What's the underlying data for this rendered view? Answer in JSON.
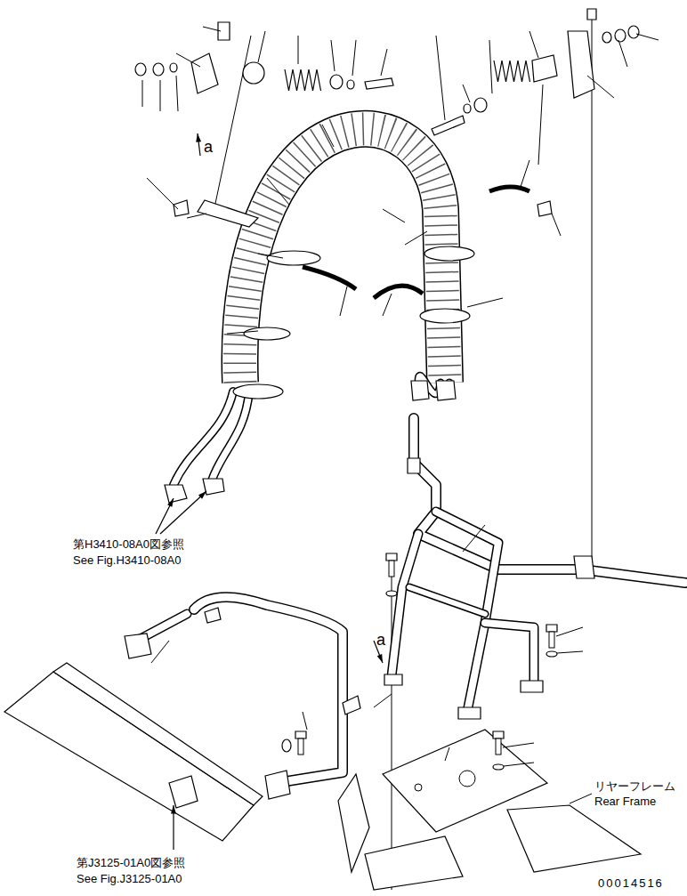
{
  "diagram": {
    "labels": [
      "a",
      "a",
      "第H3410-08A0図参照",
      "See Fig.H3410-08A0",
      "第J3125-01A0図参照",
      "See Fig.J3125-01A0",
      "リヤーフレーム",
      "Rear Frame",
      "00014516"
    ]
  }
}
